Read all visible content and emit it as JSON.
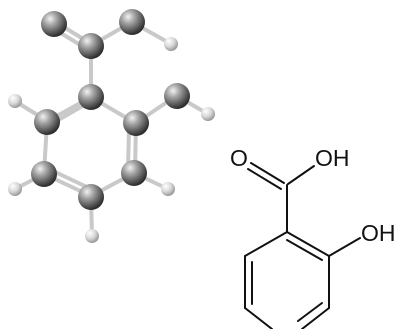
{
  "molecule": {
    "structural_labels": {
      "carbonyl_oxygen": "O",
      "carboxyl_hydroxyl": "OH",
      "phenol_hydroxyl": "OH"
    }
  },
  "colors": {
    "heavy_atom": "#707070",
    "hydrogen_atom": "#d9d9d9",
    "bond_ball_stick": "#cfcfcf",
    "line_drawing": "#111111",
    "background": "#ffffff"
  }
}
